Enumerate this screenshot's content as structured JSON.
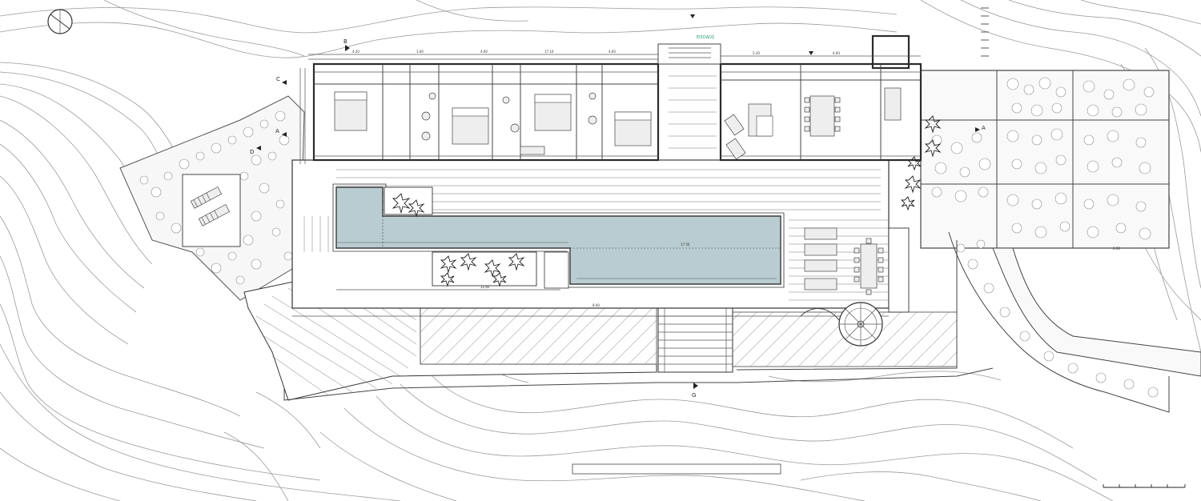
{
  "plan": {
    "annotation_label": "ΕΙΣΟΔΟΣ",
    "section_markers": {
      "top": "B",
      "bottom": "G",
      "left_upper": "C",
      "left_lower": "A",
      "right": "A",
      "left_d": "D"
    },
    "colors": {
      "pool_water": "#b9ccd2",
      "annotation": "#1e9b6a",
      "walls": "#2b2b2b",
      "contours": "#9a9a9a"
    }
  }
}
